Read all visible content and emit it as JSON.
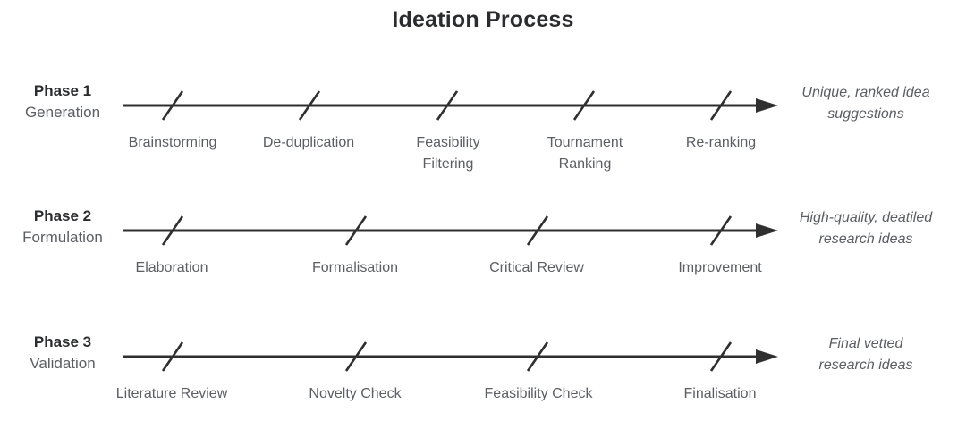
{
  "title": "Ideation Process",
  "colors": {
    "background": "#ffffff",
    "text_dark": "#2b2c2e",
    "text_gray": "#5b5e62",
    "line": "#2f2f2f"
  },
  "phases": [
    {
      "name": "Phase 1",
      "subtitle": "Generation",
      "steps": [
        "Brainstorming",
        "De-duplication",
        "Feasibility\nFiltering",
        "Tournament\nRanking",
        "Re-ranking"
      ],
      "outcome": "Unique, ranked idea\nsuggestions"
    },
    {
      "name": "Phase 2",
      "subtitle": "Formulation",
      "steps": [
        "Elaboration",
        "Formalisation",
        "Critical Review",
        "Improvement"
      ],
      "outcome": "High-quality, deatiled\nresearch ideas"
    },
    {
      "name": "Phase 3",
      "subtitle": "Validation",
      "steps": [
        "Literature Review",
        "Novelty Check",
        "Feasibility Check",
        "Finalisation"
      ],
      "outcome": "Final vetted\nresearch ideas"
    }
  ]
}
